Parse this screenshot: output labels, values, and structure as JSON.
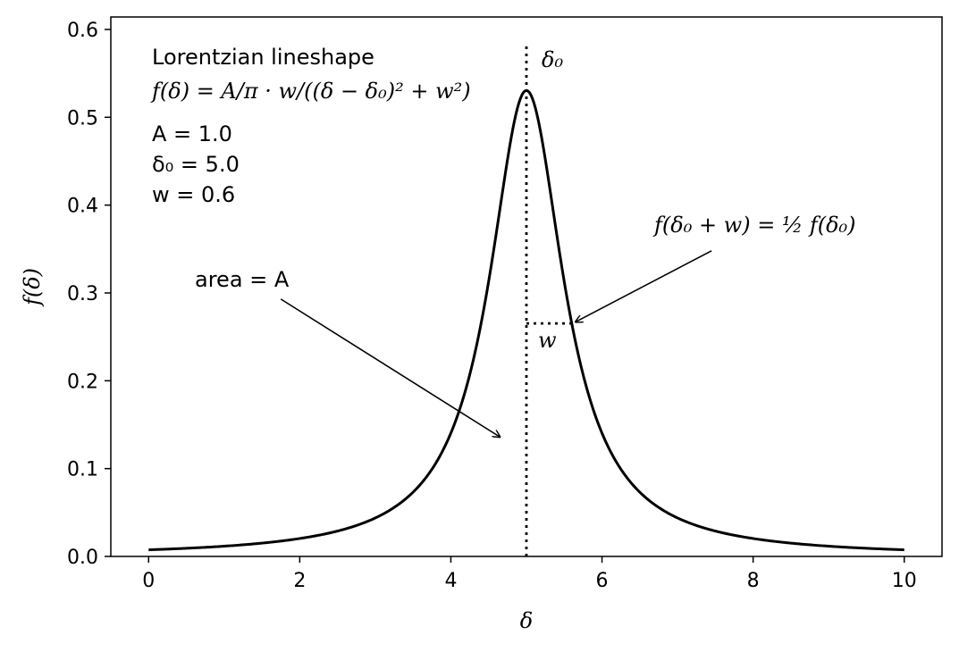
{
  "chart_data": {
    "type": "line",
    "title": "",
    "xlabel": "δ",
    "ylabel": "f(δ)",
    "xlim": [
      -0.5,
      10.5
    ],
    "ylim": [
      0,
      0.6142
    ],
    "xticks": [
      0,
      2,
      4,
      6,
      8,
      10
    ],
    "xtick_labels": [
      "0",
      "2",
      "4",
      "6",
      "8",
      "10"
    ],
    "yticks": [
      0,
      0.1,
      0.2,
      0.3,
      0.4,
      0.5,
      0.6
    ],
    "ytick_labels": [
      "0.0",
      "0.1",
      "0.2",
      "0.3",
      "0.4",
      "0.5",
      "0.6"
    ],
    "grid": false,
    "series": [
      {
        "function": "lorentzian",
        "x_range": [
          0,
          10
        ],
        "params": {
          "A": 1.0,
          "delta0": 5.0,
          "w": 0.6
        },
        "color": "#000000"
      }
    ],
    "peak_line": {
      "x": 5.0,
      "y_range": [
        0,
        0.585
      ]
    },
    "half_width_segment": {
      "x_range": [
        5.0,
        5.6
      ],
      "y": 0.2653
    },
    "annotations": {
      "info_title": "Lorentzian lineshape",
      "formula": "f(δ) = A/π · w/((δ − δ₀)² + w²)",
      "param_A": "A = 1.0",
      "param_delta0": "δ₀ = 5.0",
      "param_w": "w = 0.6",
      "delta0_label": "δ₀",
      "w_label": "w",
      "area_label": "area = A",
      "half_max_label": "f(δ₀ + w) = ½ f(δ₀)",
      "area_arrow": {
        "from": [
          1.75,
          0.293
        ],
        "to": [
          4.65,
          0.136
        ]
      },
      "half_max_arrow": {
        "from": [
          7.45,
          0.348
        ],
        "to": [
          5.65,
          0.267
        ]
      }
    }
  }
}
